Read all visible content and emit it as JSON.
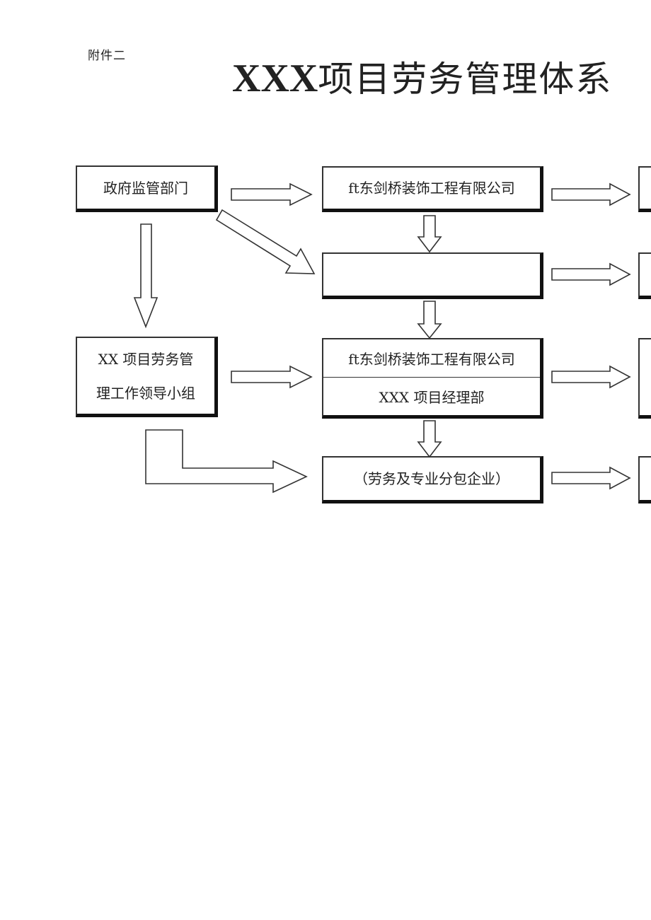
{
  "header": {
    "annex_label": "附件二",
    "title_prefix": "XXX",
    "title_rest": "项目劳务管理体系"
  },
  "boxes": {
    "government": "政府监管部门",
    "leadership_group_line1": "XX 项目劳务管",
    "leadership_group_line2": "理工作领导小组",
    "company_top": "ft东剑桥装饰工程有限公司",
    "blank_box": "",
    "company_mid": "ft东剑桥装饰工程有限公司",
    "project_dept": "XXX 项目经理部",
    "subcontract": "（劳务及专业分包企业）"
  }
}
